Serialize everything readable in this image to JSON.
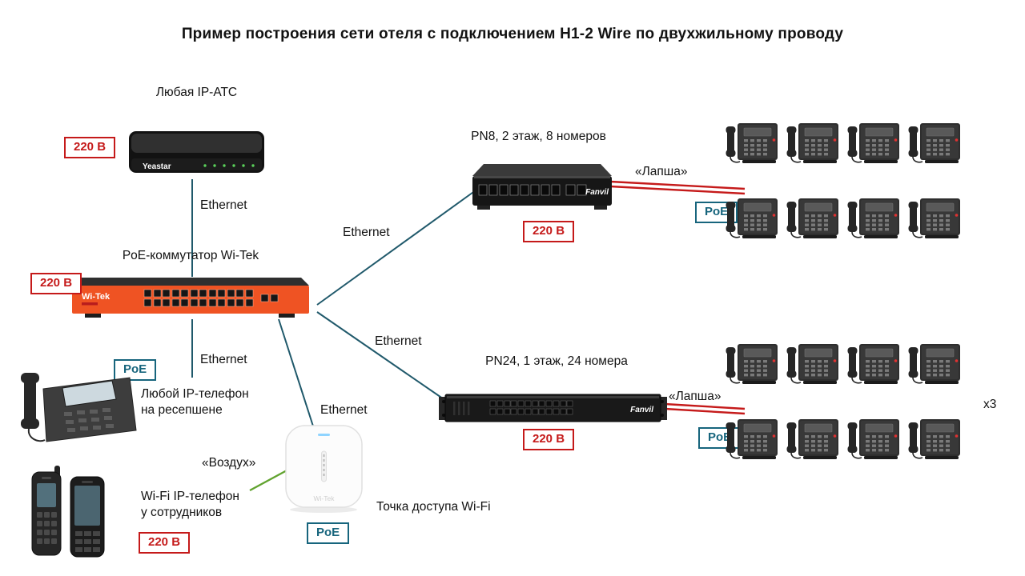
{
  "title": "Пример построения сети отеля с подключением H1-2 Wire по двухжильному проводу",
  "labels": {
    "ethernet": "Ethernet",
    "lapsha": "«Лапша»",
    "vozduh": "«Воздух»",
    "x3": "x3",
    "power": "220 В",
    "poe": "PoE"
  },
  "devices": {
    "pbx": {
      "label": "Любая IP-АТС",
      "brand": "Yeastar"
    },
    "poe_switch": {
      "label": "PoE-коммутатор Wi-Tek",
      "brand": "Wi-Tek"
    },
    "pn8": {
      "label": "PN8, 2 этаж, 8 номеров",
      "brand": "Fanvil"
    },
    "pn24": {
      "label": "PN24, 1 этаж, 24 номера",
      "brand": "Fanvil"
    },
    "reception_phone": {
      "label": "Любой IP-телефон\nна ресепшене"
    },
    "wifi_phone": {
      "label": "Wi-Fi IP-телефон\nу сотрудников"
    },
    "access_point": {
      "label": "Точка доступа Wi-Fi",
      "brand": "Wi-Tek"
    }
  },
  "colors": {
    "line": "#20596b",
    "power": "#c51a1a",
    "poe": "#17657d",
    "lapsha": "#c51a1a",
    "vozduh": "#61a32f"
  }
}
